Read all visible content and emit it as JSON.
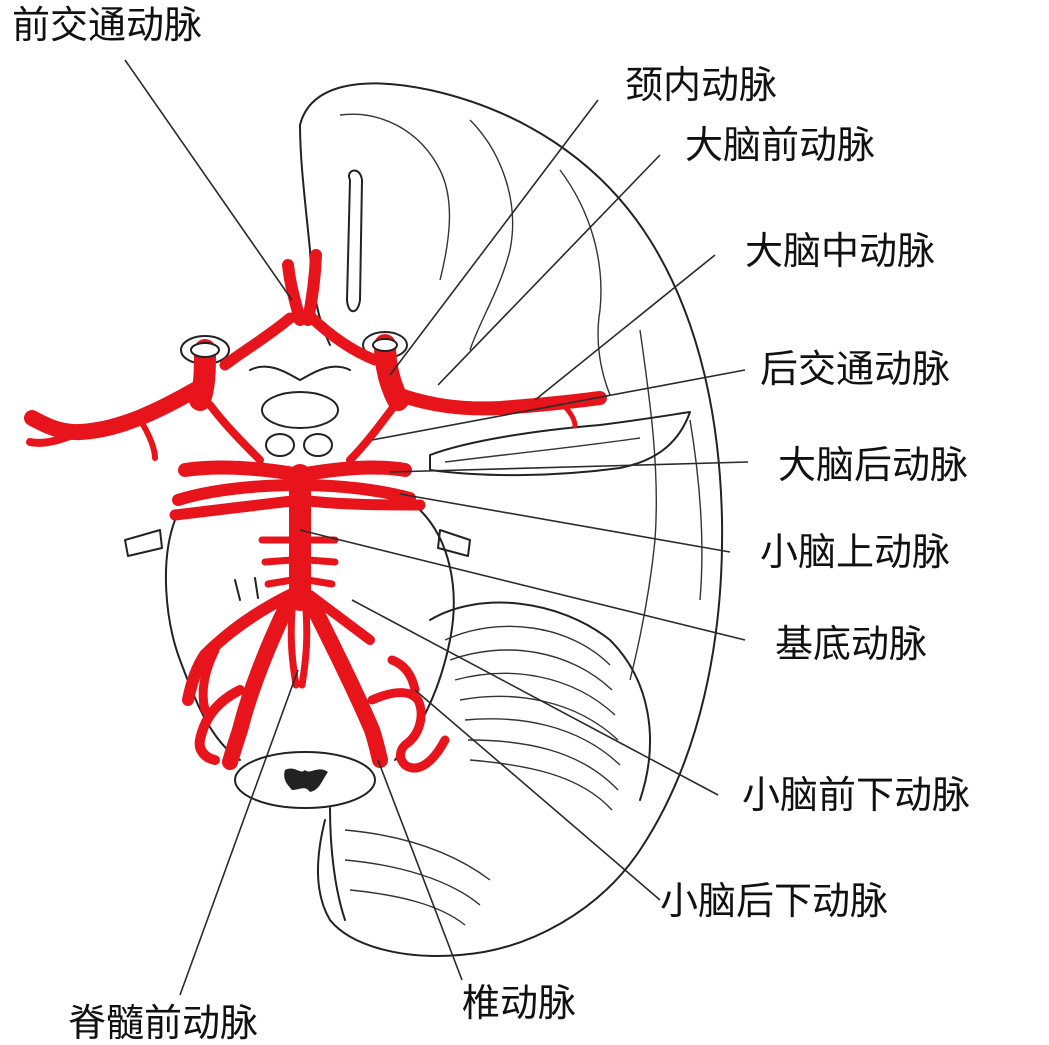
{
  "colors": {
    "artery": "#e8141b",
    "outline": "#222222",
    "leader": "#2a2a2a"
  },
  "labels": {
    "acom": "前交通动脉",
    "ica": "颈内动脉",
    "aca": "大脑前动脉",
    "mca": "大脑中动脉",
    "pcom": "后交通动脉",
    "pca": "大脑后动脉",
    "sca": "小脑上动脉",
    "ba": "基底动脉",
    "aica": "小脑前下动脉",
    "pica": "小脑后下动脉",
    "asa": "脊髓前动脉",
    "va": "椎动脉"
  }
}
